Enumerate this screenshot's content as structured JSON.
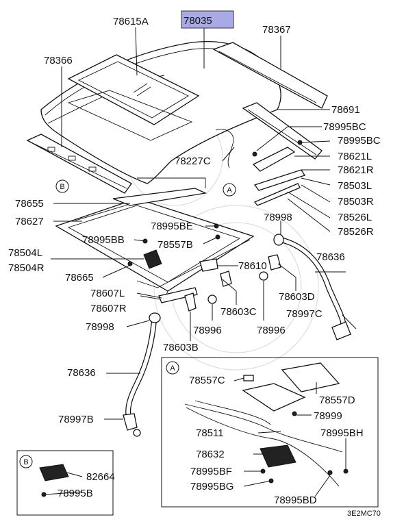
{
  "highlight_color": "#a9a9e6",
  "diagram_code": "3E2MC70",
  "callouts": {
    "A": "A",
    "B": "B"
  },
  "labels": {
    "p78615A": "78615A",
    "p78035": "78035",
    "p78367": "78367",
    "p78366": "78366",
    "p78691": "78691",
    "p78995BC_1": "78995BC",
    "p78995BC_2": "78995BC",
    "p78621L": "78621L",
    "p78621R": "78621R",
    "p78227C": "78227C",
    "p78503L": "78503L",
    "p78503R": "78503R",
    "p78526L": "78526L",
    "p78526R": "78526R",
    "p78655": "78655",
    "p78627": "78627",
    "p78995BE": "78995BE",
    "p78998_1": "78998",
    "p78995BB": "78995BB",
    "p78557B": "78557B",
    "p78504L": "78504L",
    "p78504R": "78504R",
    "p78636_1": "78636",
    "p78665": "78665",
    "p78610": "78610",
    "p78607L": "78607L",
    "p78607R": "78607R",
    "p78603D": "78603D",
    "p78603C": "78603C",
    "p78997C": "78997C",
    "p78998_2": "78998",
    "p78996_1": "78996",
    "p78996_2": "78996",
    "p78603B": "78603B",
    "p78636_2": "78636",
    "p78997B": "78997B",
    "p78557C": "78557C",
    "p78557D": "78557D",
    "p78999": "78999",
    "p78511": "78511",
    "p78995BH": "78995BH",
    "p78632": "78632",
    "p78995BF": "78995BF",
    "p78995BG": "78995BG",
    "p78995BD": "78995BD",
    "p82664": "82664",
    "p78995B": "78995B"
  }
}
